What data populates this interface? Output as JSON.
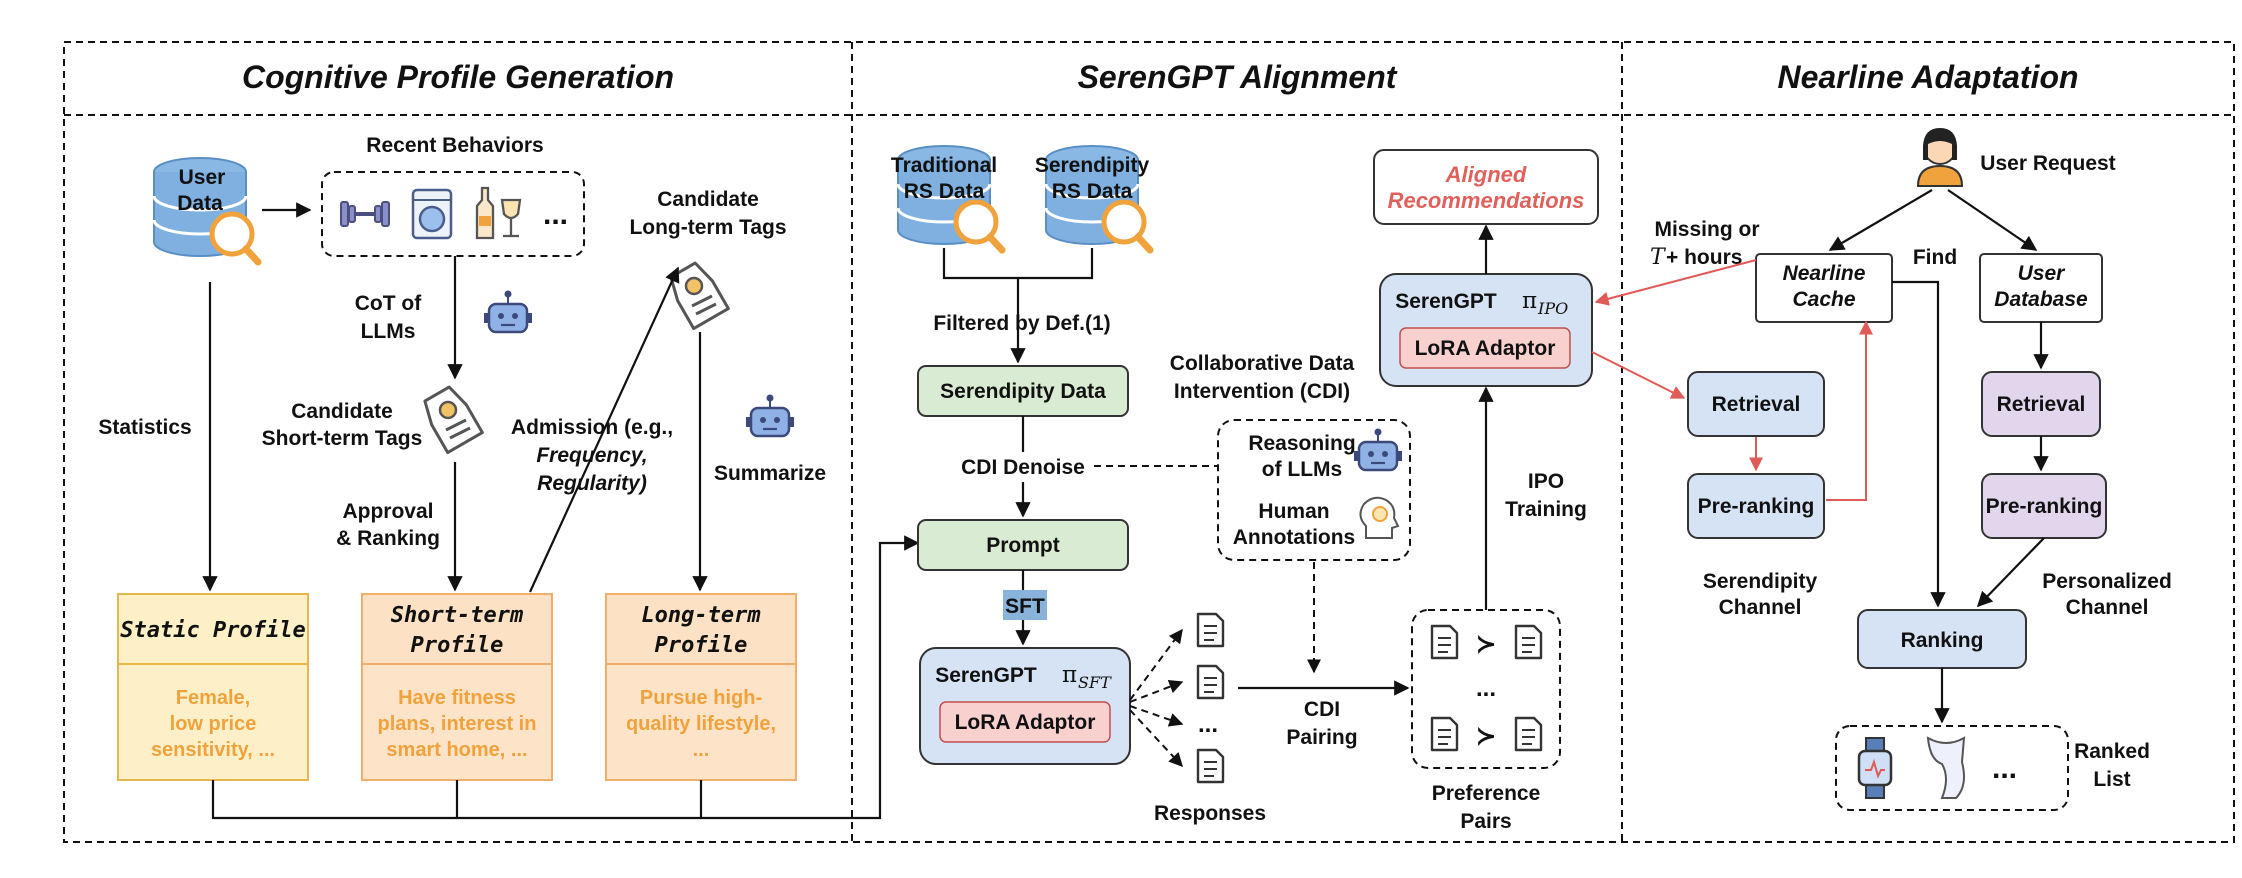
{
  "header": {
    "clipped_text_1": "",
    "clipped_text_2": ""
  },
  "sections": {
    "cognitive": "Cognitive Profile Generation",
    "alignment": "SerenGPT Alignment",
    "nearline": "Nearline Adaptation"
  },
  "cognitive": {
    "user_data_1": "User",
    "user_data_2": "Data",
    "recent_behaviors": "Recent Behaviors",
    "ellipsis": "...",
    "cot_1": "CoT of",
    "cot_2": "LLMs",
    "cand_short_1": "Candidate",
    "cand_short_2": "Short-term Tags",
    "cand_long_1": "Candidate",
    "cand_long_2": "Long-term Tags",
    "statistics": "Statistics",
    "admission_1": "Admission (e.g.,",
    "admission_2": "Frequency,",
    "admission_3": "Regularity)",
    "summarize": "Summarize",
    "approval_1": "Approval",
    "approval_2": "& Ranking",
    "static_title": "Static Profile",
    "static_body_1": "Female,",
    "static_body_2": "low price",
    "static_body_3": "sensitivity, ...",
    "short_title_1": "Short-term",
    "short_title_2": "Profile",
    "short_body_1": "Have fitness",
    "short_body_2": "plans, interest in",
    "short_body_3": "smart home, ...",
    "long_title_1": "Long-term",
    "long_title_2": "Profile",
    "long_body_1": "Pursue high-",
    "long_body_2": "quality lifestyle,",
    "long_body_3": "..."
  },
  "alignment": {
    "trad_1": "Traditional",
    "trad_2": "RS Data",
    "seren_1": "Serendipity",
    "seren_2": "RS Data",
    "filtered": "Filtered by Def.(1)",
    "seren_data": "Serendipity Data",
    "cdi_title_1": "Collaborative Data",
    "cdi_title_2": "Intervention (CDI)",
    "cdi_denoise": "CDI Denoise",
    "reasoning_1": "Reasoning",
    "reasoning_2": "of LLMs",
    "human_1": "Human",
    "human_2": "Annotations",
    "prompt": "Prompt",
    "sft": "SFT",
    "serengpt_sft": "SerenGPT",
    "pi_sft": "π",
    "pi_sft_sub": "SFT",
    "lora": "LoRA Adaptor",
    "responses": "Responses",
    "cdi_pairing_1": "CDI",
    "cdi_pairing_2": "Pairing",
    "pref_1": "Preference",
    "pref_2": "Pairs",
    "ipo_1": "IPO",
    "ipo_2": "Training",
    "aligned_1": "Aligned",
    "aligned_2": "Recommendations",
    "serengpt_ipo": "SerenGPT",
    "pi_ipo": "π",
    "pi_ipo_sub": "IPO",
    "lora2": "LoRA Adaptor",
    "dots": "...",
    "prec": "≻"
  },
  "nearline": {
    "user_request": "User Request",
    "missing_1": "Missing or",
    "missing_2a": "T",
    "missing_2b": "+ hours",
    "nearline_cache_1": "Nearline",
    "nearline_cache_2": "Cache",
    "find": "Find",
    "user_db_1": "User",
    "user_db_2": "Database",
    "retrieval_1": "Retrieval",
    "preranking_1": "Pre-ranking",
    "retrieval_2": "Retrieval",
    "preranking_2": "Pre-ranking",
    "seren_channel_1": "Serendipity",
    "seren_channel_2": "Channel",
    "pers_channel_1": "Personalized",
    "pers_channel_2": "Channel",
    "ranking": "Ranking",
    "ranked_1": "Ranked",
    "ranked_2": "List",
    "ellipsis": "..."
  },
  "colors": {
    "db_blue": "#7fb0e0",
    "green_box": "#d9ecd3",
    "blue_box": "#d6e3f4",
    "pink_box": "#f8d0ce",
    "purple_box": "#e2d6ec",
    "yellow_box": "#fdeec5",
    "peach_box": "#fde0c2",
    "orange_text": "#f0a23c",
    "red_line": "#e05b57"
  },
  "icons": [
    "database-icon",
    "dumbbell-icon",
    "washing-machine-icon",
    "wine-icon",
    "tag-icon",
    "robot-icon",
    "document-icon",
    "user-avatar-icon",
    "brain-icon",
    "watch-icon",
    "scarf-icon"
  ]
}
